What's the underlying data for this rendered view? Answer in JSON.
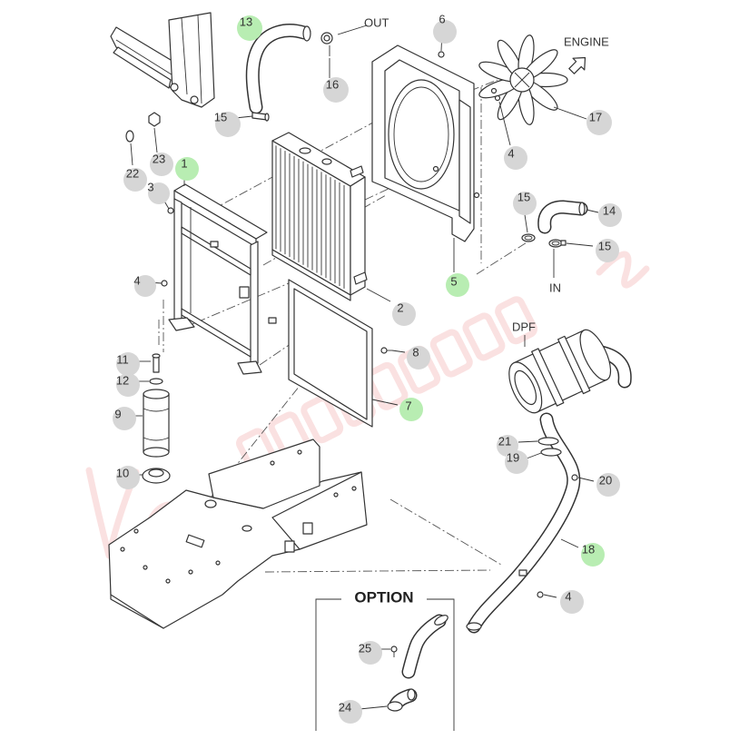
{
  "diagram": {
    "labels": {
      "out": "OUT",
      "engine": "ENGINE",
      "in": "IN",
      "dpf": "DPF",
      "option": "OPTION"
    },
    "colors": {
      "highlight_callout": "#b8edb2",
      "callout": "#d6d6d6",
      "line_art": "#333333",
      "watermark": "#f0a8a8"
    },
    "callouts": [
      {
        "label": "13",
        "highlighted": true
      },
      {
        "label": "16",
        "highlighted": false
      },
      {
        "label": "6",
        "highlighted": false
      },
      {
        "label": "15",
        "highlighted": false
      },
      {
        "label": "17",
        "highlighted": false
      },
      {
        "label": "23",
        "highlighted": false
      },
      {
        "label": "22",
        "highlighted": false
      },
      {
        "label": "1",
        "highlighted": true
      },
      {
        "label": "3",
        "highlighted": false
      },
      {
        "label": "4",
        "highlighted": false
      },
      {
        "label": "15",
        "highlighted": false
      },
      {
        "label": "14",
        "highlighted": false
      },
      {
        "label": "15",
        "highlighted": false
      },
      {
        "label": "5",
        "highlighted": true
      },
      {
        "label": "4",
        "highlighted": false
      },
      {
        "label": "2",
        "highlighted": false
      },
      {
        "label": "8",
        "highlighted": false
      },
      {
        "label": "11",
        "highlighted": false
      },
      {
        "label": "12",
        "highlighted": false
      },
      {
        "label": "7",
        "highlighted": true
      },
      {
        "label": "9",
        "highlighted": false
      },
      {
        "label": "21",
        "highlighted": false
      },
      {
        "label": "19",
        "highlighted": false
      },
      {
        "label": "10",
        "highlighted": false
      },
      {
        "label": "20",
        "highlighted": false
      },
      {
        "label": "18",
        "highlighted": true
      },
      {
        "label": "4",
        "highlighted": false
      },
      {
        "label": "25",
        "highlighted": false
      },
      {
        "label": "24",
        "highlighted": false
      }
    ]
  }
}
